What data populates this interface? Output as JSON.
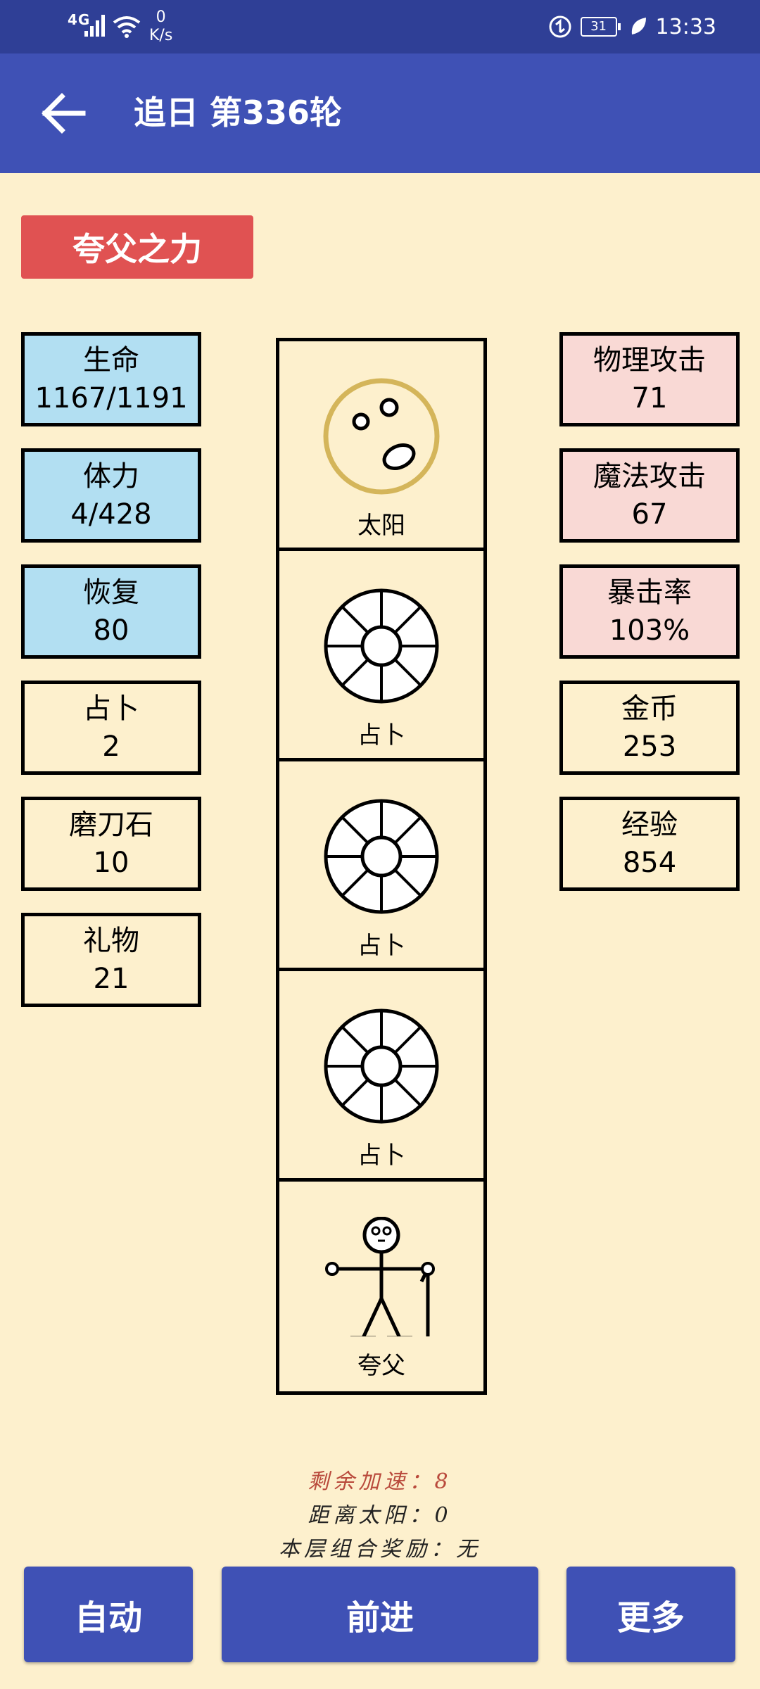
{
  "status_bar": {
    "network": "4G",
    "speed_value": "0",
    "speed_unit": "K/s",
    "battery": "31",
    "time": "13:33"
  },
  "app_bar": {
    "title": "追日 第336轮"
  },
  "power_button": "夸父之力",
  "left_stats": [
    {
      "label": "生命",
      "value": "1167/1191"
    },
    {
      "label": "体力",
      "value": "4/428"
    },
    {
      "label": "恢复",
      "value": "80"
    },
    {
      "label": "占卜",
      "value": "2"
    },
    {
      "label": "磨刀石",
      "value": "10"
    },
    {
      "label": "礼物",
      "value": "21"
    }
  ],
  "right_stats": [
    {
      "label": "物理攻击",
      "value": "71"
    },
    {
      "label": "魔法攻击",
      "value": "67"
    },
    {
      "label": "暴击率",
      "value": "103%"
    },
    {
      "label": "金币",
      "value": "253"
    },
    {
      "label": "经验",
      "value": "854"
    }
  ],
  "column_cells": [
    {
      "icon": "sun-icon",
      "caption": "太阳"
    },
    {
      "icon": "divination-wheel-icon",
      "caption": "占卜"
    },
    {
      "icon": "divination-wheel-icon",
      "caption": "占卜"
    },
    {
      "icon": "divination-wheel-icon",
      "caption": "占卜"
    },
    {
      "icon": "kuafu-figure-icon",
      "caption": "夸父"
    }
  ],
  "info": {
    "acceleration": "剩余加速：8",
    "distance": "距离太阳：0",
    "combo": "本层组合奖励：无"
  },
  "buttons": {
    "auto": "自动",
    "forward": "前进",
    "more": "更多"
  },
  "colors": {
    "status_bar": "#2f3f96",
    "app_bar": "#3f51b5",
    "background": "#fdf0cd",
    "power_button": "#e05252",
    "stat_blue": "#b2dff2",
    "stat_pink": "#f9d9d5",
    "sun_ring": "#d4b55a",
    "info_red": "#b94a3c"
  }
}
